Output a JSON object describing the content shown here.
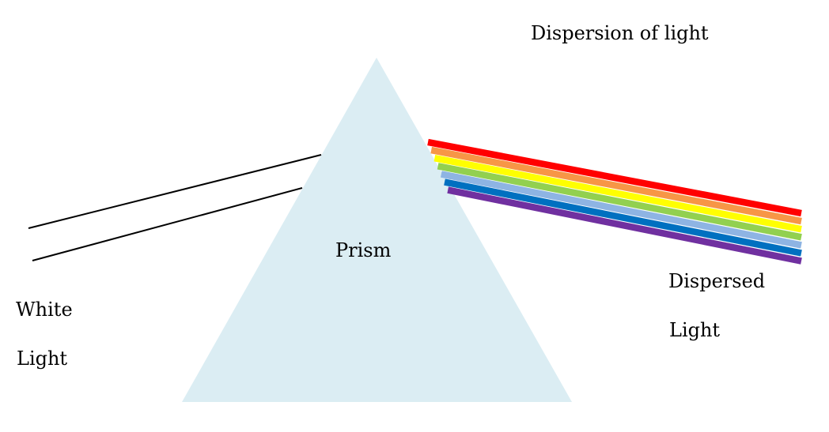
{
  "title": "Dispersion of light",
  "prism": {
    "label": "Prism",
    "color": "#dbedf3"
  },
  "incident": {
    "label_line1": "White",
    "label_line2": "Light",
    "ray_color": "#000000"
  },
  "dispersed": {
    "label_line1": "Dispersed",
    "label_line2": "Light",
    "bands": [
      {
        "name": "red",
        "color": "#ff0000"
      },
      {
        "name": "orange",
        "color": "#f79646"
      },
      {
        "name": "yellow",
        "color": "#ffff00"
      },
      {
        "name": "green",
        "color": "#92d050"
      },
      {
        "name": "light-blue",
        "color": "#8eb4e3"
      },
      {
        "name": "blue",
        "color": "#0070c0"
      },
      {
        "name": "purple",
        "color": "#7030a0"
      }
    ]
  }
}
